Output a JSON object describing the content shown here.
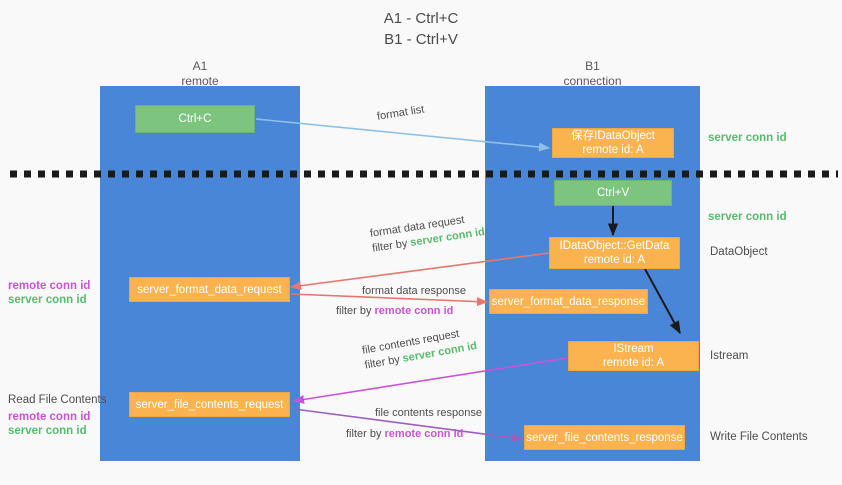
{
  "title": {
    "line1": "A1 - Ctrl+C",
    "line2": "B1 - Ctrl+V"
  },
  "colors": {
    "background": "#f9f9f9",
    "lane": "#4a86d8",
    "green_box": "#7dc47f",
    "orange_box": "#fbb350",
    "server_conn_id": "#57bb6e",
    "remote_conn_id": "#cb52d6",
    "arrow_blue": "#8fc0e8",
    "arrow_red": "#e8766f",
    "arrow_magenta": "#cb52d6",
    "arrow_purple": "#9b5fc0",
    "arrow_black": "#1a1a1a",
    "divider": "#1a1a1a"
  },
  "columns": [
    {
      "title": "A1",
      "subtitle": "remote"
    },
    {
      "title": "B1",
      "subtitle": "connection"
    }
  ],
  "boxes": {
    "ctrl_c": {
      "label": "Ctrl+C"
    },
    "save_idataobject": {
      "line1": "保存IDataObject",
      "line2": "remote id: A"
    },
    "ctrl_v": {
      "label": "Ctrl+V"
    },
    "getdata": {
      "line1": "IDataObject::GetData",
      "line2": "remote id: A"
    },
    "server_format_data_request": {
      "label": "server_format_data_request"
    },
    "server_format_data_response": {
      "label": "server_format_data_response"
    },
    "istream": {
      "line1": "IStream",
      "line2": "remote id: A"
    },
    "server_file_contents_request": {
      "label": "server_file_contents_request"
    },
    "server_file_contents_response": {
      "label": "server_file_contents_response"
    }
  },
  "edges": {
    "format_list": {
      "label": "format list"
    },
    "format_data_request": {
      "line1": "format data request",
      "filter_prefix": "filter by ",
      "filter_token": "server conn id"
    },
    "format_data_response": {
      "line1": "format data response",
      "filter_prefix": "filter by ",
      "filter_token": "remote conn id"
    },
    "file_contents_request": {
      "line1": "file contents request",
      "filter_prefix": "filter by ",
      "filter_token": "server conn id"
    },
    "file_contents_response": {
      "line1": "file contents response",
      "filter_prefix": "filter by ",
      "filter_token": "remote conn id"
    }
  },
  "right_notes": {
    "server_conn_id_top": "server conn id",
    "server_conn_id_mid": "server conn id",
    "dataobject": "DataObject",
    "istream": "Istream",
    "write_file_contents": "Write File Contents"
  },
  "left_notes": {
    "format_group": {
      "remote": "remote conn id",
      "server": "server conn id"
    },
    "file_group": {
      "heading": "Read File Contents",
      "remote": "remote conn id",
      "server": "server conn id"
    }
  }
}
